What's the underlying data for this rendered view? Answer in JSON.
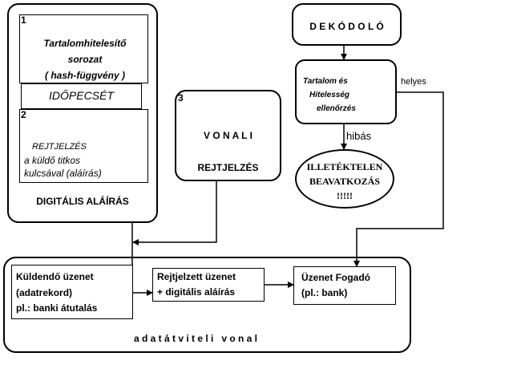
{
  "digital_signature": {
    "number_1": "1",
    "hash_line1": "Tartalomhitelesítő",
    "hash_line2": "sorozat",
    "hash_line3": "( hash-függvény )",
    "timestamp": "IDŐPECSÉT",
    "number_2": "2",
    "encrypt_line1": "REJTJELZÉS",
    "encrypt_line2": "a küldő titkos",
    "encrypt_line3": "kulcsával  (aláírás)",
    "title": "DIGITÁLIS ALÁÍRÁS"
  },
  "line_encryption": {
    "number": "3",
    "line1": "V O N A L I",
    "line2": "REJTJELZÉS"
  },
  "decoder": {
    "label": "D E K Ó D O L Ó",
    "check_line1": "Tartalom és",
    "check_line2": "Hitelesség",
    "check_line3": "ellenőrzés",
    "correct_label": "helyes",
    "wrong_label": "hibás",
    "alert_line1": "ILLETÉKTELEN",
    "alert_line2": "BEAVATKOZÁS",
    "alert_line3": "!!!!!"
  },
  "channel": {
    "sender_line1": "Küldendő üzenet",
    "sender_line2": "(adatrekord)",
    "sender_line3": "pl.: banki átutalás",
    "encrypted_line1": "Rejtjelzett üzenet",
    "encrypted_line2": "+ digitális aláírás",
    "receiver_line1": "Üzenet Fogadó",
    "receiver_line2": "(pl.: bank)",
    "caption": "a d a t á t v i t e l i   v o n a l"
  }
}
